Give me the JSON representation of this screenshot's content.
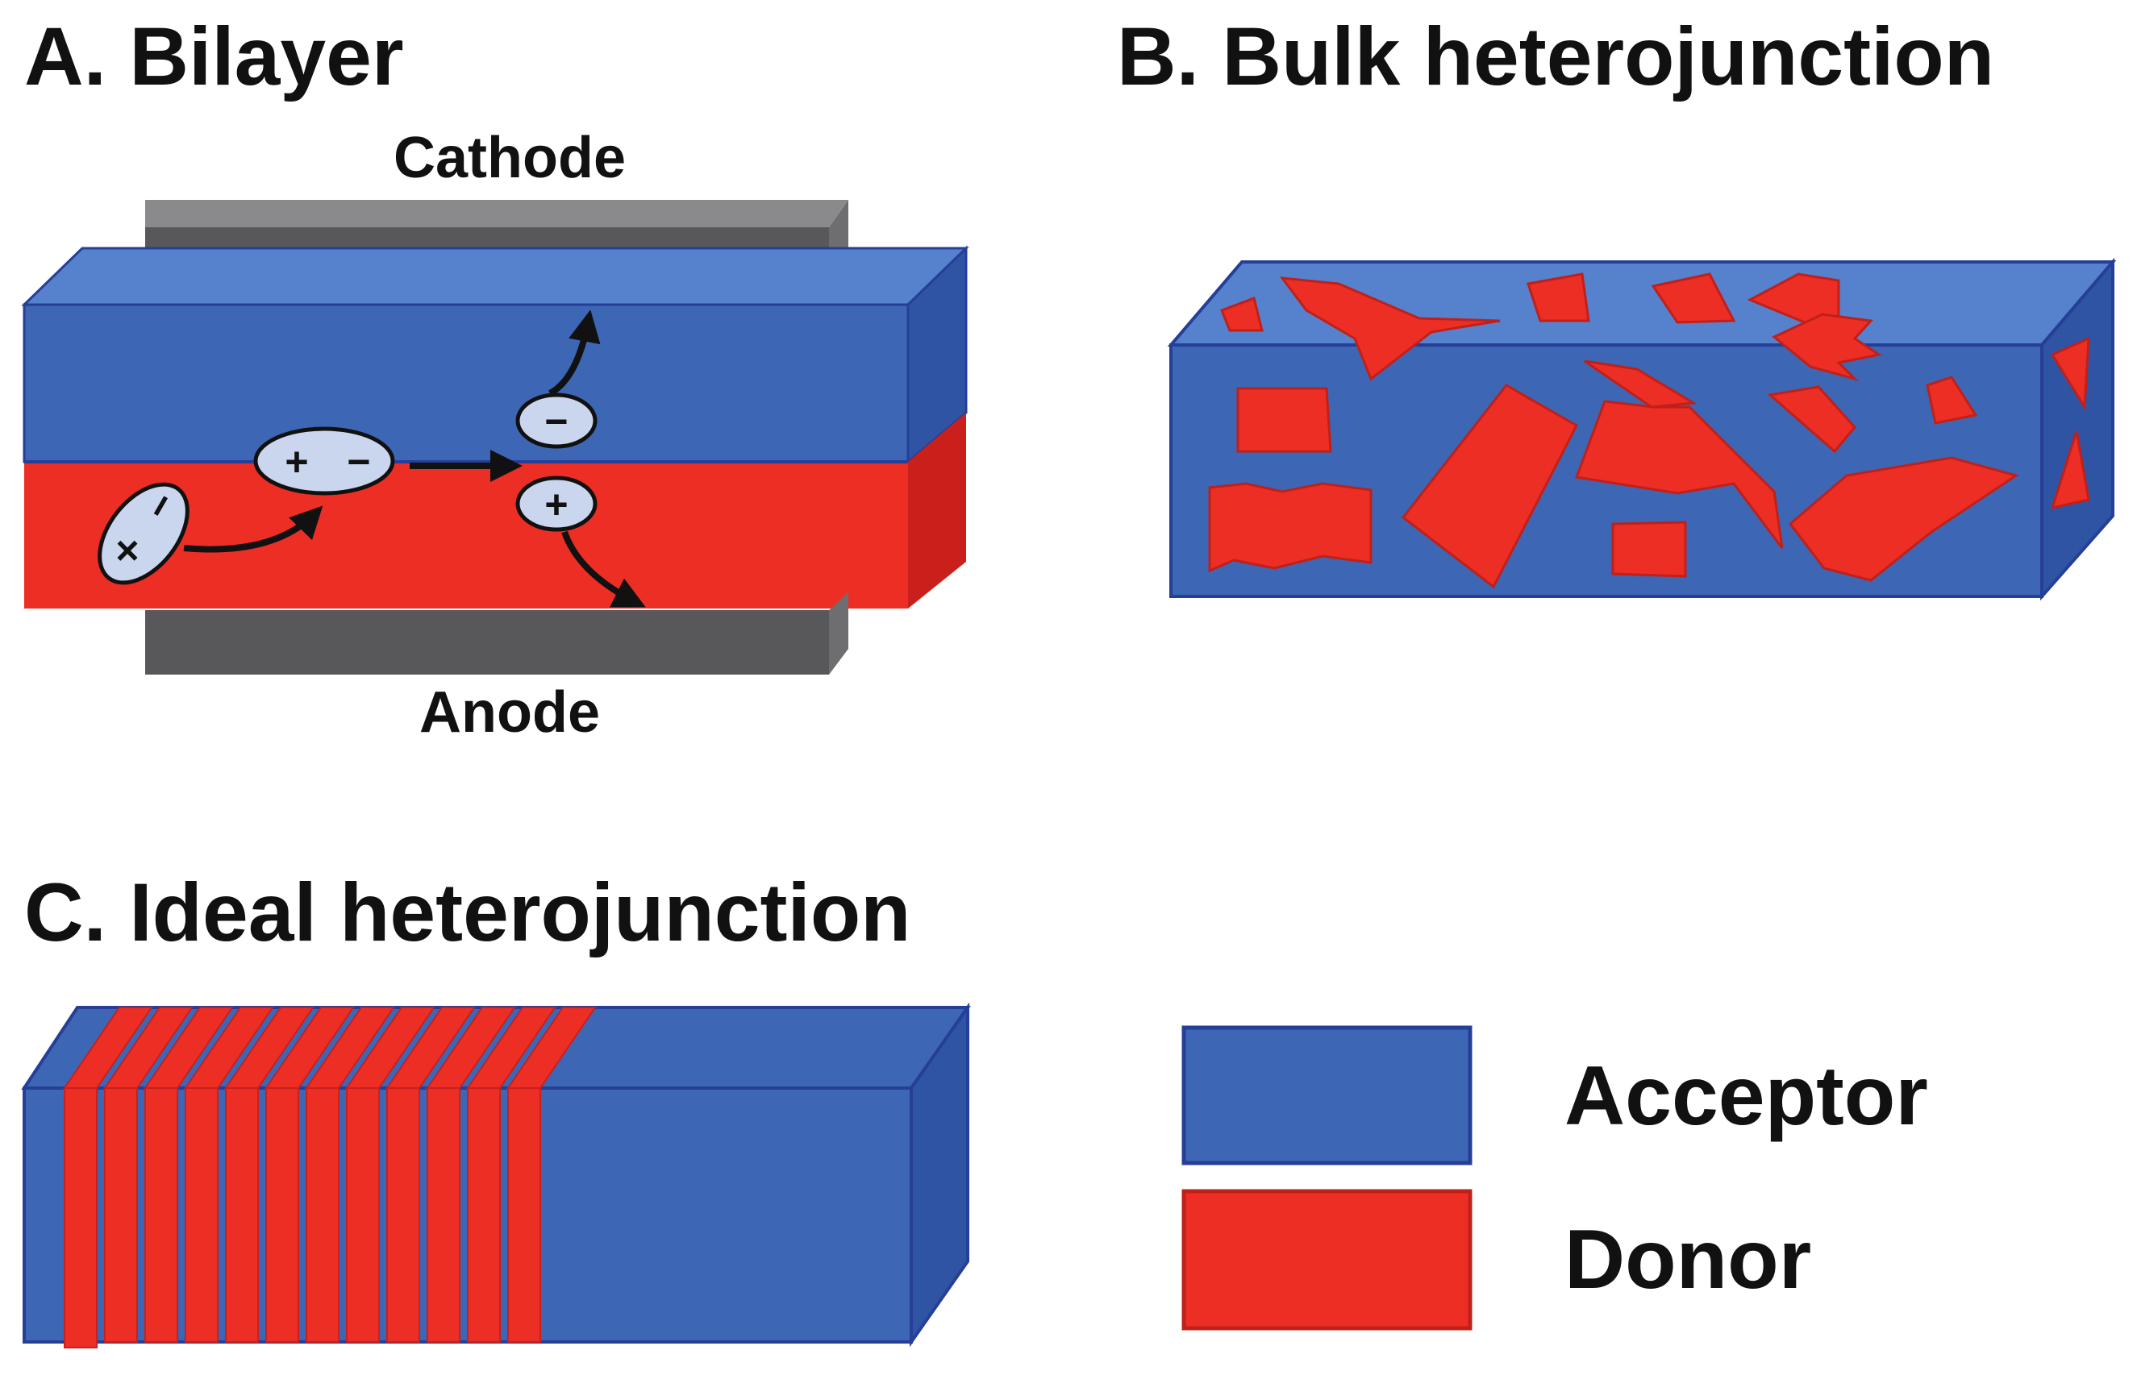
{
  "panels": {
    "bilayer": {
      "title": "A. Bilayer",
      "cathode": "Cathode",
      "anode": "Anode"
    },
    "bulk": {
      "title": "B. Bulk heterojunction"
    },
    "ideal": {
      "title": "C. Ideal heterojunction"
    }
  },
  "legend": [
    {
      "label": "Acceptor",
      "color": "#3d66b4"
    },
    {
      "label": "Donor",
      "color": "#ed2e24"
    }
  ],
  "charges": {
    "plus": "+",
    "minus": "−",
    "cross": "×"
  },
  "colors": {
    "acceptor": "#3d66b4",
    "acceptor_top": "#5682cd",
    "acceptor_side": "#2f54a3",
    "donor": "#ed2e24",
    "donor_side": "#c9201b",
    "electrode": "#58585a",
    "electrode_top": "#8a8a8c",
    "outline": "#253f99",
    "charge_fill": "#c9d6ee"
  }
}
